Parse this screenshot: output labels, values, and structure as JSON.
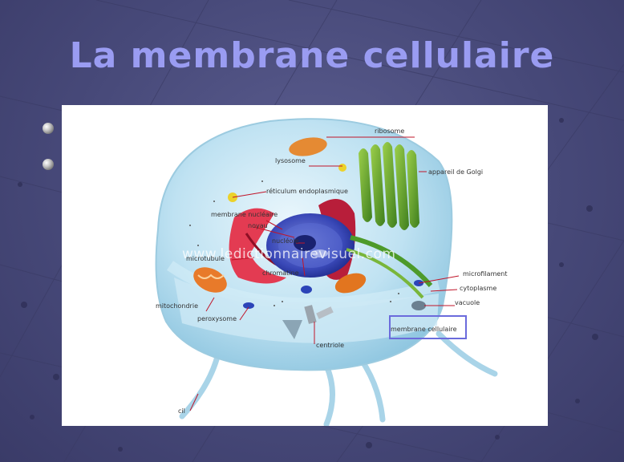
{
  "slide": {
    "title": "La membrane cellulaire"
  },
  "figure": {
    "watermark": "www.ledictionnairevisuel.com",
    "labels": {
      "ribosome": "ribosome",
      "lysosome": "lysosome",
      "appareil_golgi": "appareil de Golgi",
      "reticulum": "réticulum endoplasmique",
      "membrane_nucleaire": "membrane nucléaire",
      "noyau": "noyau",
      "nucleole": "nucléole",
      "microtubule": "microtubule",
      "chromatine": "chromatine",
      "microfilament": "microfilament",
      "cytoplasme": "cytoplasme",
      "vacuole": "vacuole",
      "mitochondrie": "mitochondrie",
      "peroxysome": "peroxysome",
      "membrane_cellulaire": "membrane cellulaire",
      "centriole": "centriole",
      "cil": "cil"
    },
    "colors": {
      "highlight": "#6b6bdc",
      "leader_line": "#c0152a"
    }
  }
}
